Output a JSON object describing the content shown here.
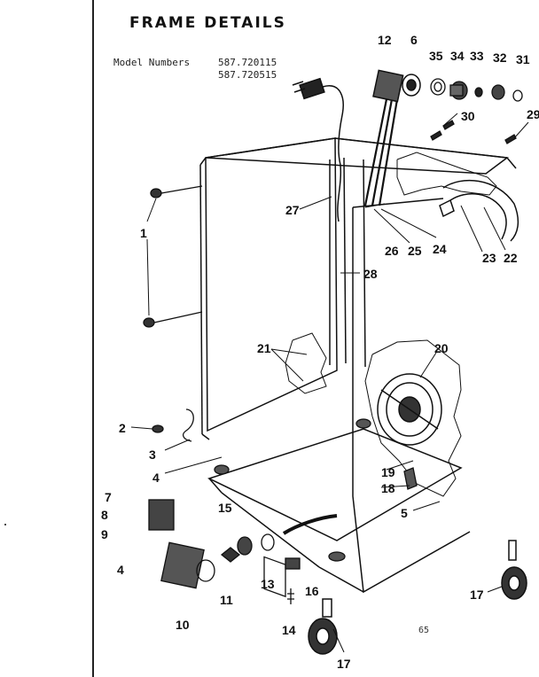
{
  "title": "FRAME DETAILS",
  "model_label": "Model Numbers",
  "model_numbers": [
    "587.720115",
    "587.720515"
  ],
  "page_number": "65",
  "callouts": [
    {
      "id": "c12",
      "label": "12"
    },
    {
      "id": "c6",
      "label": "6"
    },
    {
      "id": "c35",
      "label": "35"
    },
    {
      "id": "c34",
      "label": "34"
    },
    {
      "id": "c33",
      "label": "33"
    },
    {
      "id": "c32",
      "label": "32"
    },
    {
      "id": "c31",
      "label": "31"
    },
    {
      "id": "c30",
      "label": "30"
    },
    {
      "id": "c29",
      "label": "29"
    },
    {
      "id": "c27",
      "label": "27"
    },
    {
      "id": "c26",
      "label": "26"
    },
    {
      "id": "c25",
      "label": "25"
    },
    {
      "id": "c24",
      "label": "24"
    },
    {
      "id": "c23",
      "label": "23"
    },
    {
      "id": "c22",
      "label": "22"
    },
    {
      "id": "c28",
      "label": "28"
    },
    {
      "id": "c1",
      "label": "1"
    },
    {
      "id": "c21",
      "label": "21"
    },
    {
      "id": "c20",
      "label": "20"
    },
    {
      "id": "c2",
      "label": "2"
    },
    {
      "id": "c3",
      "label": "3"
    },
    {
      "id": "c4a",
      "label": "4"
    },
    {
      "id": "c19",
      "label": "19"
    },
    {
      "id": "c18",
      "label": "18"
    },
    {
      "id": "c5",
      "label": "5"
    },
    {
      "id": "c7",
      "label": "7"
    },
    {
      "id": "c8",
      "label": "8"
    },
    {
      "id": "c15",
      "label": "15"
    },
    {
      "id": "c9",
      "label": "9"
    },
    {
      "id": "c4b",
      "label": "4"
    },
    {
      "id": "c10",
      "label": "10"
    },
    {
      "id": "c11",
      "label": "11"
    },
    {
      "id": "c13",
      "label": "13"
    },
    {
      "id": "c16",
      "label": "16"
    },
    {
      "id": "c14",
      "label": "14"
    },
    {
      "id": "c17a",
      "label": "17"
    },
    {
      "id": "c17b",
      "label": "17"
    }
  ]
}
